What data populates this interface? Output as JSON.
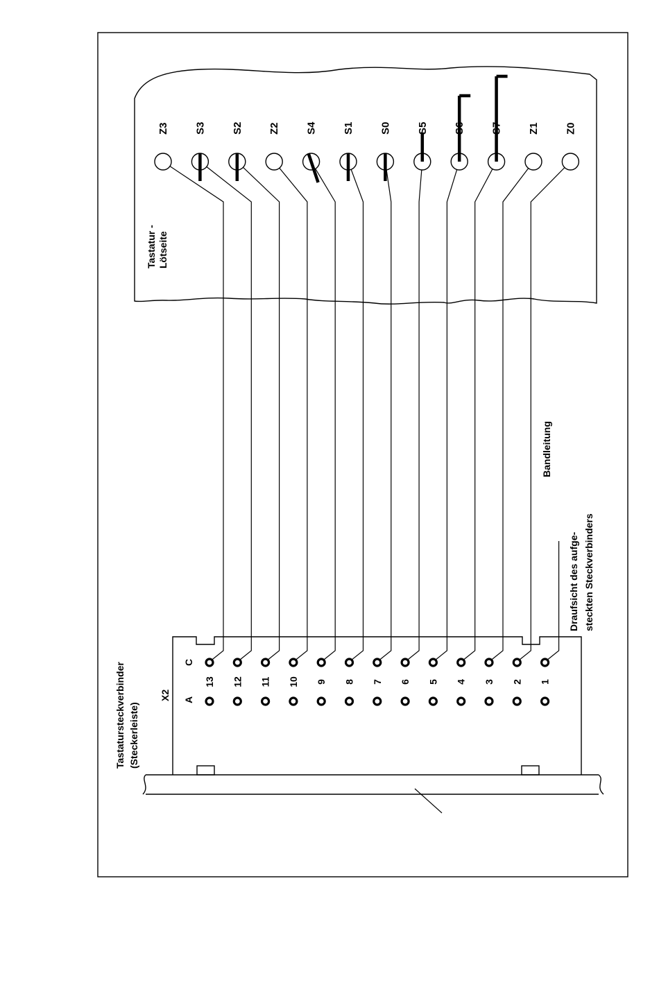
{
  "labels": {
    "keyboard_side": [
      "Tastatur -",
      "Lötseite"
    ],
    "connector_title": [
      "Tastatursteckverbinder",
      "(Steckerleiste)"
    ],
    "connector_name": "X2",
    "row_a": "A",
    "row_c": "C",
    "ribbon": "Bandleitung",
    "top_view": [
      "Draufsicht des aufge-",
      "steckten Steckverbinders"
    ]
  },
  "keyboard_pads": [
    "Z3",
    "S3",
    "S2",
    "Z2",
    "S4",
    "S1",
    "S0",
    "S5",
    "S6",
    "S7",
    "Z1",
    "Z0"
  ],
  "pad_links": [
    {
      "pad": "Z3",
      "pin": "13"
    },
    {
      "pad": "S3",
      "pin": "12"
    },
    {
      "pad": "S2",
      "pin": "11"
    },
    {
      "pad": "Z2",
      "pin": "10"
    },
    {
      "pad": "S4",
      "pin": "9"
    },
    {
      "pad": "S1",
      "pin": "8"
    },
    {
      "pad": "S0",
      "pin": "7"
    },
    {
      "pad": "S5",
      "pin": "6"
    },
    {
      "pad": "S6",
      "pin": "5"
    },
    {
      "pad": "S7",
      "pin": "4"
    },
    {
      "pad": "Z1",
      "pin": "3"
    },
    {
      "pad": "Z0",
      "pin": "2"
    }
  ],
  "connector_pins": [
    "13",
    "12",
    "11",
    "10",
    "9",
    "8",
    "7",
    "6",
    "5",
    "4",
    "3",
    "2",
    "1"
  ]
}
